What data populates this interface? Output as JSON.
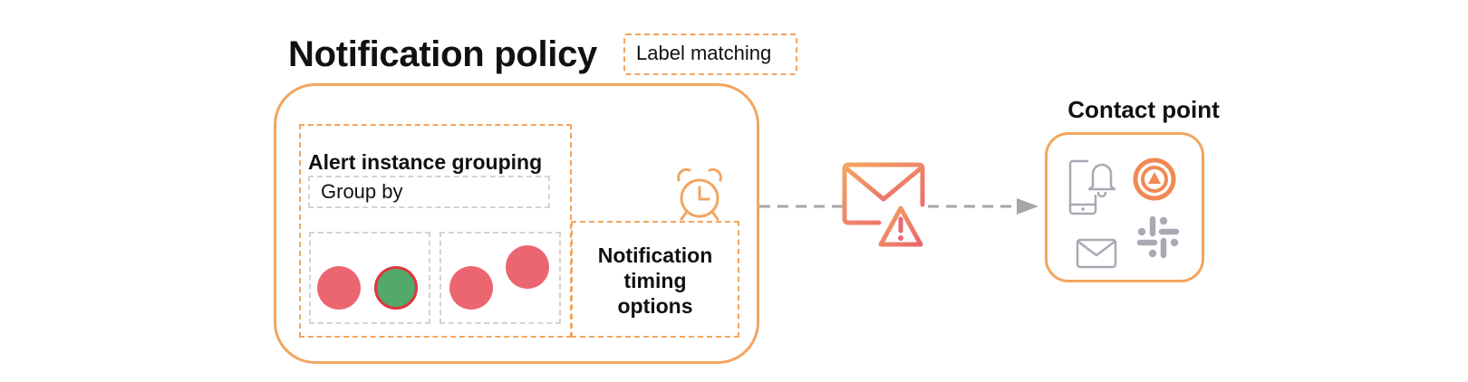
{
  "policy": {
    "title": "Notification policy",
    "label_matching": "Label matching"
  },
  "grouping": {
    "title": "Alert instance grouping",
    "group_by": "Group by",
    "groups": [
      {
        "alerts": [
          "firing",
          "resolved"
        ]
      },
      {
        "alerts": [
          "firing",
          "firing"
        ]
      }
    ]
  },
  "timing": {
    "lines": [
      "Notification",
      "timing",
      "options"
    ]
  },
  "contact_point": {
    "title": "Contact point",
    "icons": [
      "mobile-bell-icon",
      "oncall-icon",
      "envelope-icon",
      "slack-icon"
    ]
  },
  "notification_icons": [
    "alarm-clock-icon",
    "warning-envelope-icon"
  ],
  "colors": {
    "accent": "#F2A560",
    "alert_firing": "#EB6670",
    "alert_resolved": "#53A96A",
    "dashed_gray": "#D3D3D3",
    "arrow_gray": "#A6A6A6",
    "icon_gray": "#A9A9B5"
  }
}
